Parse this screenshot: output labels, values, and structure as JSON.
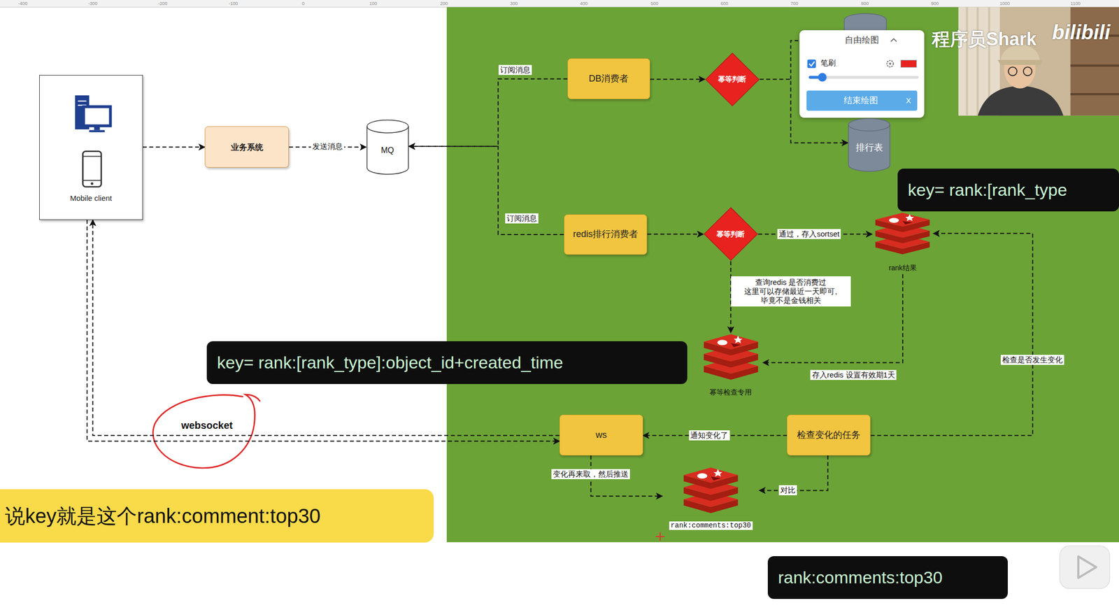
{
  "diagram": {
    "nodes": [
      {
        "text": [
          "Mobile client"
        ]
      },
      {
        "text": [
          "业务系统"
        ]
      },
      {
        "text": [
          "MQ"
        ]
      },
      {
        "text": [
          "DB消费者"
        ]
      },
      {
        "text": [
          "幂等判断"
        ]
      },
      {
        "text": [
          "自由绘图",
          "笔刷"
        ]
      },
      {
        "text": [
          "结束绘图",
          "X"
        ],
        "in": 5
      },
      {
        "text": [
          "排行表"
        ]
      },
      {
        "text": [
          "key= rank:[rank_type"
        ]
      },
      {
        "text": [
          "redis排行消费者"
        ]
      },
      {
        "text": [
          "幂等判断"
        ]
      },
      {
        "text": [
          "rank结果"
        ]
      },
      {
        "text": [
          "key= rank:[rank_type]:object_id+created_time"
        ]
      },
      {
        "text": [
          "幂等检查专用"
        ]
      },
      {
        "text": [
          "ws"
        ]
      },
      {
        "text": [
          "检查变化的任务"
        ]
      },
      {
        "text": [
          "说key就是这个rank:comment:top30"
        ]
      },
      {
        "text": [
          "rank:comments:top30"
        ]
      },
      {
        "text": [
          "rank:comments:top30"
        ]
      }
    ],
    "edges": [
      {
        "from": 0,
        "to": 1,
        "arrow": "to"
      },
      {
        "from": 1,
        "to": 2,
        "label": "发送消息",
        "arrow": "to"
      },
      {
        "from": 3,
        "to": 2,
        "label": "订阅消息",
        "arrow": "to"
      },
      {
        "from": 9,
        "to": 2,
        "label": "订阅消息",
        "arrow": "to"
      },
      {
        "from": 3,
        "to": 4,
        "arrow": "to"
      },
      {
        "from": 4,
        "to": 7,
        "arrow": "to"
      },
      {
        "from": 9,
        "to": 10,
        "arrow": "to"
      },
      {
        "from": 10,
        "to": 11,
        "label": "通过，存入sortset",
        "arrow": "to"
      },
      {
        "from": 10,
        "to": 13,
        "label": "查询redis 是否消费过 这里可以存储最近一天即可, 毕竟不是金钱相关",
        "arrow": "to"
      },
      {
        "from": 11,
        "to": 13,
        "label": "存入redis 设置有效期1天",
        "arrow": "to"
      },
      {
        "from": 15,
        "to": 11,
        "label": "检查是否发生变化",
        "arrow": "to"
      },
      {
        "from": 15,
        "to": 14,
        "label": "通知变化了",
        "arrow": "to"
      },
      {
        "from": 15,
        "to": 17,
        "label": "对比",
        "arrow": "to"
      },
      {
        "from": 14,
        "to": 17,
        "label": "变化再来取，然后推送",
        "arrow": "to"
      },
      {
        "from": 14,
        "to": 0,
        "label": "websocket",
        "arrow": "to"
      },
      {
        "from": 0,
        "to": 14,
        "arrow": "to"
      }
    ],
    "labels": [
      "-400",
      "-300",
      "-200",
      "-100",
      "0",
      "100",
      "200",
      "300",
      "400",
      "500",
      "600",
      "700",
      "800",
      "900",
      "1000",
      "1100",
      "程序员Shark",
      "bilibili"
    ]
  }
}
